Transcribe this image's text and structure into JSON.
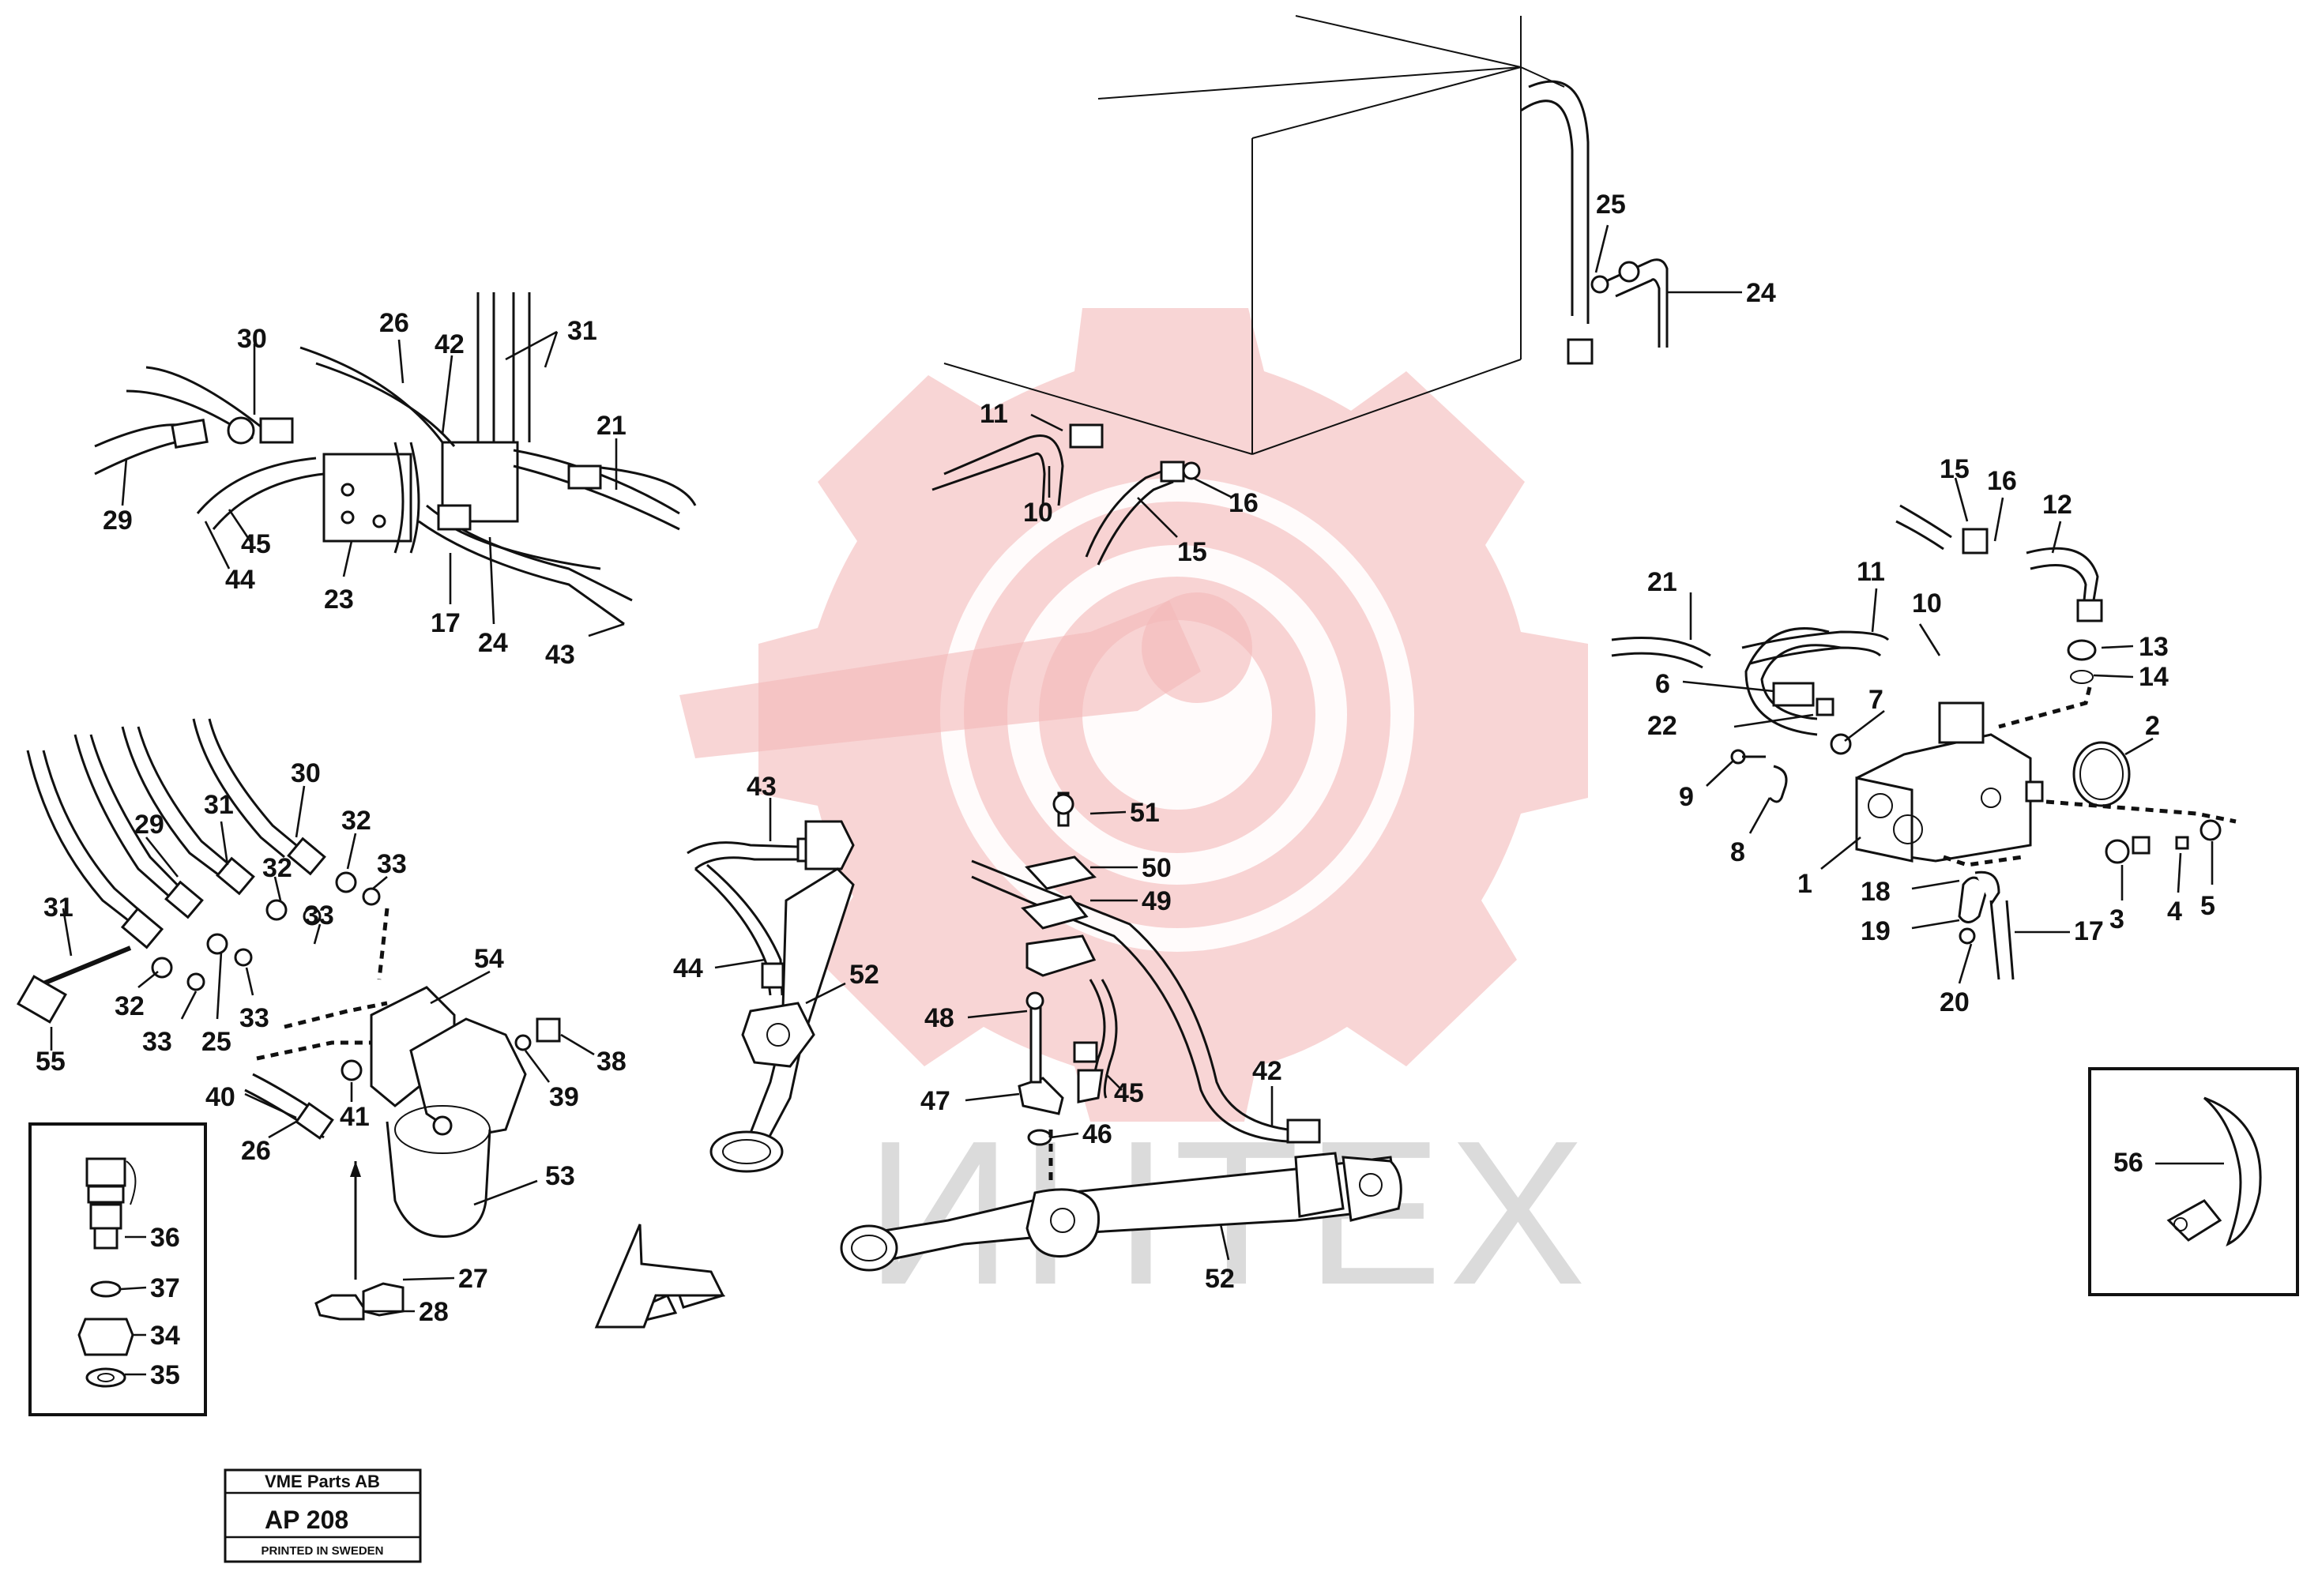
{
  "watermark": {
    "text": "ИНТЕХ",
    "logo_color": "#f3b9b9"
  },
  "labels": {
    "l30a": "30",
    "l26a": "26",
    "l42a": "42",
    "l31a": "31",
    "l21a": "21",
    "l29a": "29",
    "l45a": "45",
    "l44a": "44",
    "l23a": "23",
    "l17a": "17",
    "l24a": "24",
    "l43a": "43",
    "l25a": "25",
    "l24b": "24",
    "l11a": "11",
    "l10a": "10",
    "l16a": "16",
    "l15a": "15",
    "l15b": "15",
    "l16b": "16",
    "l12": "12",
    "l11b": "11",
    "l10b": "10",
    "l21b": "21",
    "l6": "6",
    "l22": "22",
    "l7": "7",
    "l13": "13",
    "l14": "14",
    "l2": "2",
    "l9": "9",
    "l8": "8",
    "l1": "1",
    "l3": "3",
    "l4": "4",
    "l5": "5",
    "l18": "18",
    "l19": "19",
    "l17b": "17",
    "l20": "20",
    "l30b": "30",
    "l29b": "29",
    "l31b": "31",
    "l32a": "32",
    "l32b": "32",
    "l33a": "33",
    "l33b": "33",
    "l31c": "31",
    "l32c": "32",
    "l33c": "33",
    "l25b": "25",
    "l33d": "33",
    "l54": "54",
    "l55": "55",
    "l40": "40",
    "l41": "41",
    "l26b": "26",
    "l38": "38",
    "l39": "39",
    "l53": "53",
    "l27": "27",
    "l28": "28",
    "l36": "36",
    "l37": "37",
    "l34": "34",
    "l35": "35",
    "l43b": "43",
    "l44b": "44",
    "l52a": "52",
    "l51": "51",
    "l50": "50",
    "l49": "49",
    "l48": "48",
    "l47": "47",
    "l45b": "45",
    "l46": "46",
    "l42b": "42",
    "l52b": "52",
    "l56": "56"
  },
  "stamp": {
    "company": "VME Parts AB",
    "code": "AP 208",
    "printed": "PRINTED IN SWEDEN"
  }
}
